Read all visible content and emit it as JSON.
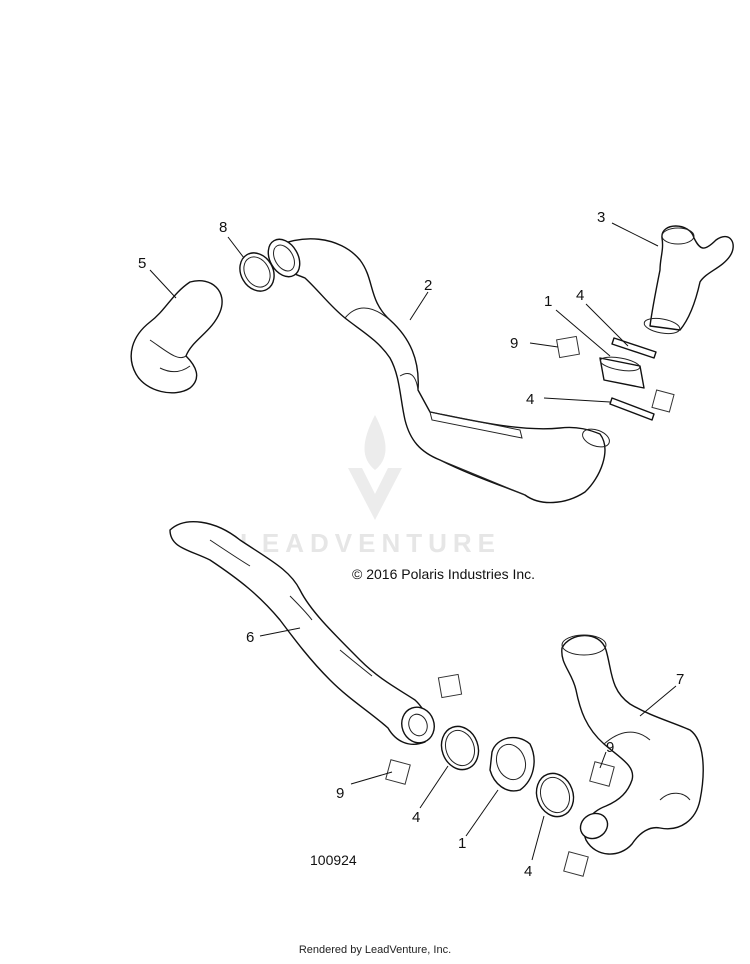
{
  "watermark": {
    "brand": "LEADVENTURE"
  },
  "copyright": "© 2016 Polaris Industries Inc.",
  "figure_id": "100924",
  "rendered_by": "Rendered by LeadVenture, Inc.",
  "callouts": [
    {
      "id": "c1",
      "label": "8"
    },
    {
      "id": "c2",
      "label": "5"
    },
    {
      "id": "c3",
      "label": "2"
    },
    {
      "id": "c4",
      "label": "3"
    },
    {
      "id": "c5",
      "label": "1"
    },
    {
      "id": "c6",
      "label": "4"
    },
    {
      "id": "c7",
      "label": "9"
    },
    {
      "id": "c8",
      "label": "4"
    },
    {
      "id": "c9",
      "label": "6"
    },
    {
      "id": "c10",
      "label": "7"
    },
    {
      "id": "c11",
      "label": "9"
    },
    {
      "id": "c12",
      "label": "9"
    },
    {
      "id": "c13",
      "label": "4"
    },
    {
      "id": "c14",
      "label": "1"
    },
    {
      "id": "c15",
      "label": "4"
    }
  ]
}
